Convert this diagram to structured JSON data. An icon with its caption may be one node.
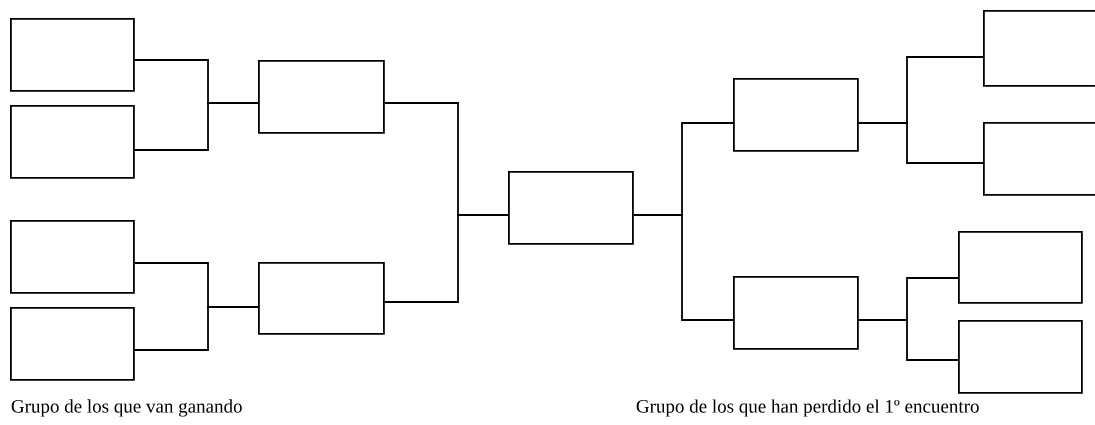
{
  "diagram": {
    "nodes": [
      {
        "text": [],
        "shape": "box"
      },
      {
        "text": [],
        "shape": "box"
      },
      {
        "text": [],
        "shape": "box"
      },
      {
        "text": [],
        "shape": "box"
      },
      {
        "text": [],
        "shape": "box"
      },
      {
        "text": [],
        "shape": "box"
      },
      {
        "text": [],
        "shape": "box"
      },
      {
        "text": [],
        "shape": "box"
      },
      {
        "text": [],
        "shape": "box"
      },
      {
        "text": [],
        "shape": "box"
      },
      {
        "text": [],
        "shape": "box"
      },
      {
        "text": [],
        "shape": "box"
      },
      {
        "text": [],
        "shape": "box"
      }
    ],
    "edges": [
      {
        "from": 0,
        "to": 4,
        "arrow": "none"
      },
      {
        "from": 1,
        "to": 4,
        "arrow": "none"
      },
      {
        "from": 2,
        "to": 5,
        "arrow": "none"
      },
      {
        "from": 3,
        "to": 5,
        "arrow": "none"
      },
      {
        "from": 4,
        "to": 6,
        "arrow": "none"
      },
      {
        "from": 5,
        "to": 6,
        "arrow": "none"
      },
      {
        "from": 6,
        "to": 7,
        "arrow": "none"
      },
      {
        "from": 6,
        "to": 8,
        "arrow": "none"
      },
      {
        "from": 7,
        "to": 9,
        "arrow": "none"
      },
      {
        "from": 7,
        "to": 10,
        "arrow": "none"
      },
      {
        "from": 8,
        "to": 11,
        "arrow": "none"
      },
      {
        "from": 8,
        "to": 12,
        "arrow": "none"
      }
    ],
    "labels": [
      "Grupo de los que van ganando",
      "Grupo de los que han perdido el 1º encuentro"
    ]
  }
}
